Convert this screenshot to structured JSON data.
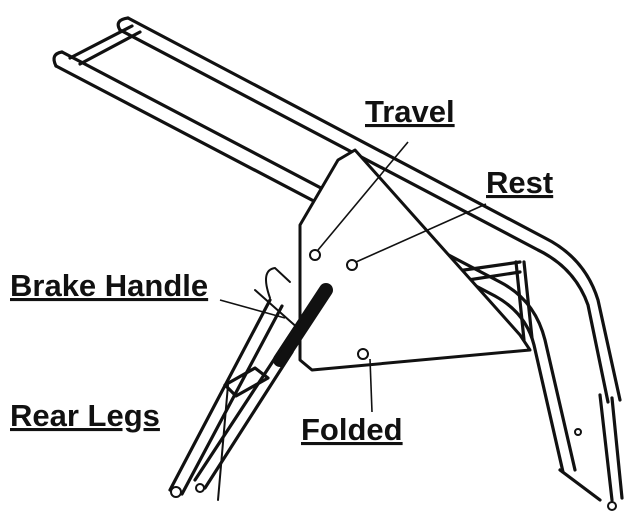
{
  "labels": {
    "travel": "Travel",
    "rest": "Rest",
    "brake_handle": "Brake Handle",
    "rear_legs": "Rear Legs",
    "folded": "Folded"
  },
  "colors": {
    "ink": "#111111",
    "background": "#ffffff"
  }
}
